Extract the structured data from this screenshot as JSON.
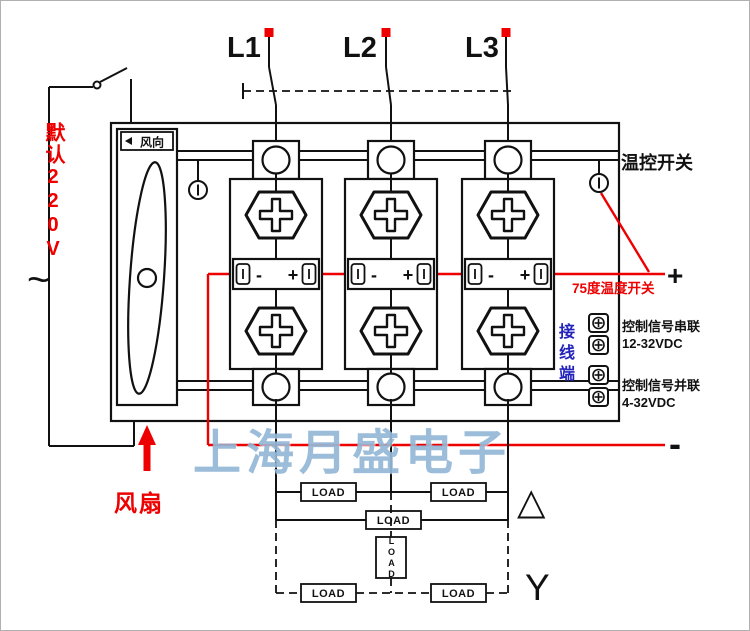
{
  "diagram": {
    "phases": {
      "l1": "L1",
      "l2": "L2",
      "l3": "L3"
    },
    "fan": {
      "direction": "风向",
      "default_voltage": "默认220V",
      "ac_symbol": "~",
      "label": "风扇"
    },
    "module_strip": {
      "minus": "-",
      "plus": "+"
    },
    "control": {
      "thermal_switch": "温控开关",
      "temp_switch_75": "75度温度开关",
      "terminal_block": "接线端",
      "series_label": "控制信号串联",
      "series_voltage": "12-32VDC",
      "parallel_label": "控制信号并联",
      "parallel_voltage": "4-32VDC",
      "output_plus": "+",
      "output_minus": "-"
    },
    "load": {
      "label": "LOAD",
      "delta_symbol": "△",
      "wye_symbol": "Y"
    },
    "watermark": "上海月盛电子",
    "colors": {
      "wire": "#111111",
      "control_wire": "#ee0000",
      "label_blue": "#2323bb",
      "watermark_blue": "#8bb1d4"
    }
  }
}
